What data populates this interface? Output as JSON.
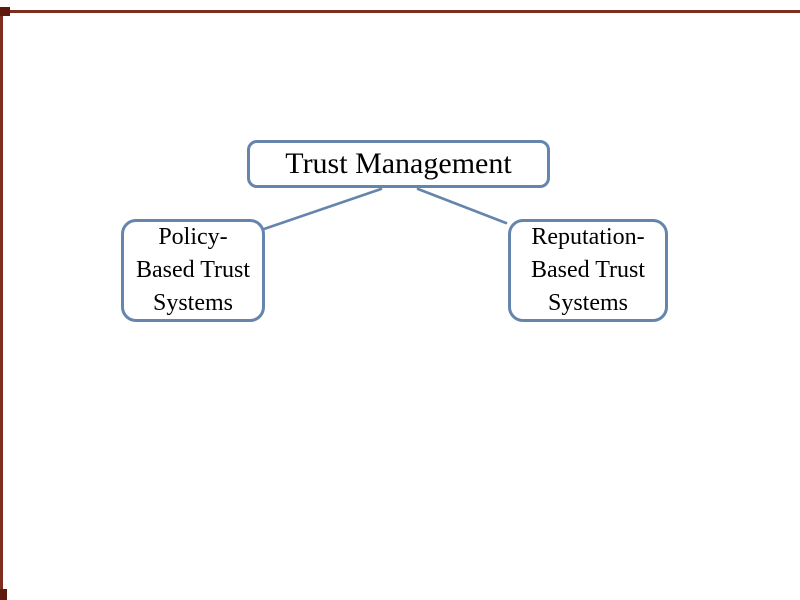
{
  "colors": {
    "background": "#ffffff",
    "text": "#000000",
    "node_border": "#6685ac",
    "connector": "#6685ac",
    "frame_line": "#7d2e1f",
    "frame_corner": "#5f1a0e"
  },
  "frame": {
    "sides": [
      "top",
      "left"
    ],
    "style": "thin dark red rule with corner blocks"
  },
  "diagram": {
    "type": "hierarchy",
    "root": {
      "label": "Trust Management"
    },
    "children": [
      {
        "label": "Policy-Based Trust Systems",
        "lines": [
          "Policy-",
          "Based Trust",
          "Systems"
        ]
      },
      {
        "label": "Reputation-Based Trust Systems",
        "lines": [
          "Reputation-",
          "Based Trust",
          "Systems"
        ]
      }
    ]
  }
}
